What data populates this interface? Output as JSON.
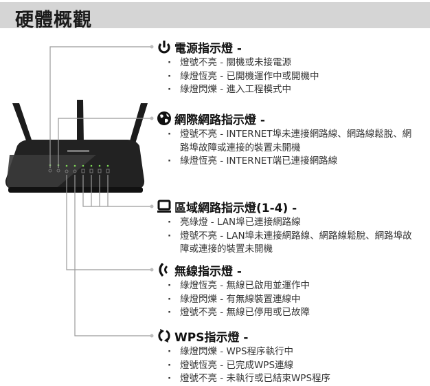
{
  "title": "硬體概觀",
  "sections": [
    {
      "heading": "電源指示燈 -",
      "icon": "power-icon",
      "items": [
        "燈號不亮 - 關機或未接電源",
        "綠燈恆亮 - 已開機運作中或開機中",
        "綠燈閃爍 - 進入工程模式中"
      ]
    },
    {
      "heading": "網際網路指示燈 -",
      "icon": "globe-icon",
      "items": [
        "燈號不亮 - INTERNET埠未連接網路線、網路線鬆脫、網路埠故障或連接的裝置未開機",
        "綠燈恆亮 - INTERNET端已連接網路線"
      ]
    },
    {
      "heading": "區域網路指示燈(1-4) -",
      "icon": "computer-icon",
      "items": [
        "亮綠燈 - LAN埠已連接網路線",
        "燈號不亮 - LAN埠未連接網路線、網路線鬆脫、網路埠故障或連接的裝置未開機"
      ]
    },
    {
      "heading": "無線指示燈 -",
      "icon": "wireless-icon",
      "items": [
        "綠燈恆亮 - 無線已啟用並運作中",
        "綠燈閃爍 - 有無線裝置連線中",
        "燈號不亮 - 無線已停用或已故障"
      ]
    },
    {
      "heading": "WPS指示燈 -",
      "icon": "wps-icon",
      "items": [
        "綠燈閃爍 - WPS程序執行中",
        "燈號恆亮 - 已完成WPS連線",
        "燈號不亮 - 未執行或已結束WPS程序"
      ]
    }
  ],
  "colors": {
    "title_bar": "#d5d5d5",
    "led": "#7ed957",
    "leader_line": "#9a9a9a"
  }
}
